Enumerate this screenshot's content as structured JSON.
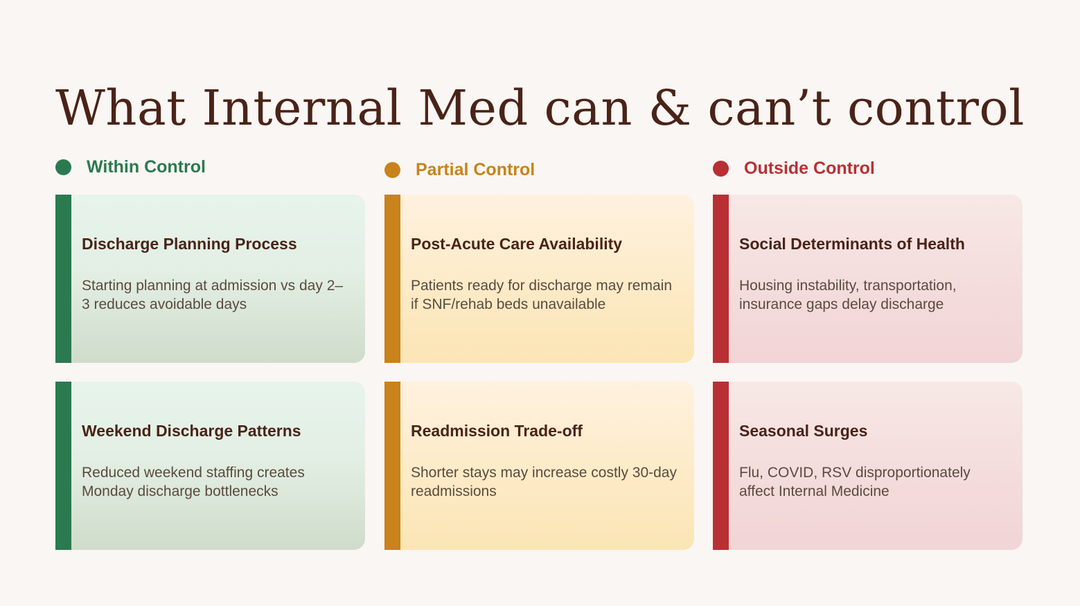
{
  "title": "What Internal Med can & can’t control",
  "columns": [
    {
      "label": "Within Control",
      "color": "#2b7a4f",
      "cards": [
        {
          "title": "Discharge Planning Process",
          "text": "Starting planning at admission vs day 2–3 reduces avoidable days"
        },
        {
          "title": "Weekend Discharge Patterns",
          "text": "Reduced weekend staffing creates Monday discharge bottlenecks"
        }
      ]
    },
    {
      "label": "Partial Control",
      "color": "#c8831a",
      "cards": [
        {
          "title": "Post-Acute Care Availability",
          "text": "Patients ready for discharge may remain if SNF/rehab beds unavailable"
        },
        {
          "title": "Readmission Trade-off",
          "text": "Shorter stays may increase costly 30-day readmissions"
        }
      ]
    },
    {
      "label": "Outside Control",
      "color": "#b83034",
      "cards": [
        {
          "title": "Social Determinants of Health",
          "text": "Housing instability, transportation, insurance gaps delay discharge"
        },
        {
          "title": "Seasonal Surges",
          "text": "Flu, COVID, RSV disproportionately affect Internal Medicine"
        }
      ]
    }
  ]
}
